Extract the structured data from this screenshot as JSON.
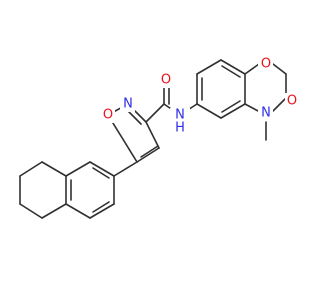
{
  "molecule": {
    "atoms": {
      "isoxazole_o": {
        "symbol": "O",
        "color": "#e8141c"
      },
      "isoxazole_n": {
        "symbol": "N",
        "color": "#2e2ee6"
      },
      "amide_o": {
        "symbol": "O",
        "color": "#e8141c"
      },
      "amide_n": {
        "symbol": "N",
        "color": "#2e2ee6"
      },
      "amide_h": {
        "symbol": "H",
        "color": "#2e2ee6"
      },
      "ring_o": {
        "symbol": "O",
        "color": "#e8141c"
      },
      "lactam_n": {
        "symbol": "N",
        "color": "#2e2ee6"
      },
      "lactam_o": {
        "symbol": "O",
        "color": "#e8141c"
      }
    },
    "bond_color": "#303030"
  }
}
